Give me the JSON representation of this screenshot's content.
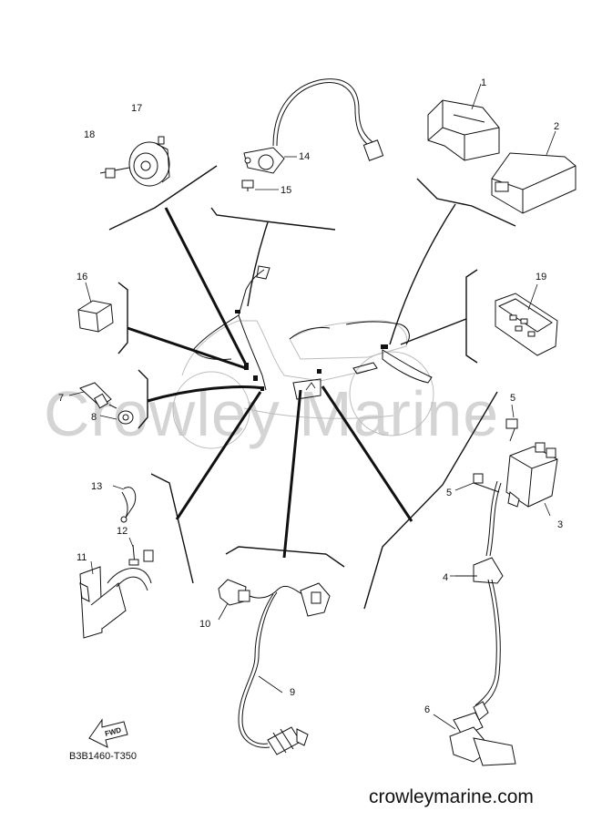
{
  "watermark": "Crowley Marine",
  "footer": {
    "site": "crowleymarine.com",
    "diagram_code": "B3B1460-T350",
    "fwd_label": "FWD"
  },
  "callouts": {
    "p1": "1",
    "p2": "2",
    "p3": "3",
    "p4": "4",
    "p5a": "5",
    "p5b": "5",
    "p6": "6",
    "p7": "7",
    "p8": "8",
    "p9": "9",
    "p10": "10",
    "p11": "11",
    "p12": "12",
    "p13": "13",
    "p14": "14",
    "p15": "15",
    "p16": "16",
    "p17": "17",
    "p18": "18",
    "p19": "19"
  }
}
